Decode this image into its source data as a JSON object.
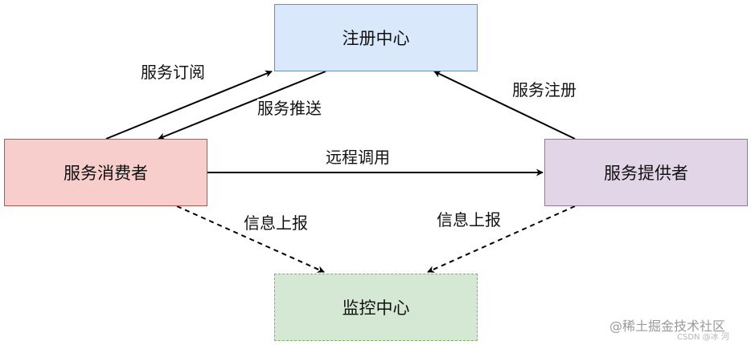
{
  "nodes": {
    "registry": "注册中心",
    "consumer": "服务消费者",
    "provider": "服务提供者",
    "monitor": "监控中心"
  },
  "edges": {
    "subscribe": "服务订阅",
    "push": "服务推送",
    "register": "服务注册",
    "rpc": "远程调用",
    "report_left": "信息上报",
    "report_right": "信息上报"
  },
  "colors": {
    "registry_fill": "#dae8fc",
    "registry_stroke": "#6c8ebf",
    "consumer_fill": "#f8cecc",
    "consumer_stroke": "#b85450",
    "provider_fill": "#e1d5e7",
    "provider_stroke": "#9673a6",
    "monitor_fill": "#d5e8d4",
    "monitor_stroke": "#82b366"
  },
  "watermark": {
    "main": "@稀土掘金技术社区",
    "sub": "CSDN @冰 河"
  }
}
